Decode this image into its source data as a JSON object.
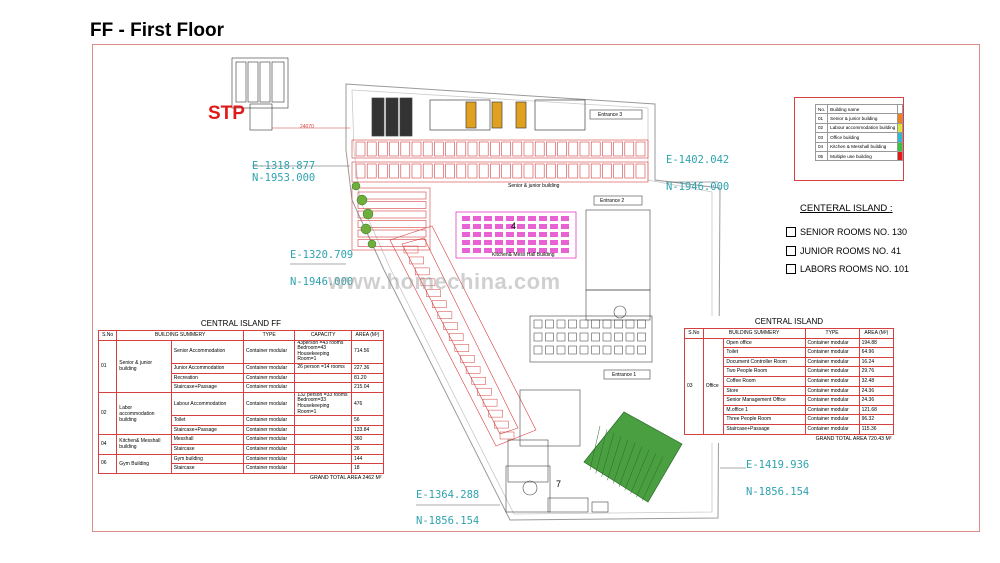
{
  "title": "FF - First Floor",
  "stp_label": "STP",
  "watermark": "www.homechina.com",
  "coords": {
    "c1_e": "E-1318.877",
    "c1_n": "N-1953.000",
    "c2_e": "E-1402.042",
    "c2_n": "N-1946.000",
    "c3_e": "E-1320.709",
    "c3_n": "N-1946.000",
    "c4_e": "E-1364.288",
    "c4_n": "N-1856.154",
    "c5_e": "E-1419.936",
    "c5_n": "N-1856.154"
  },
  "plan_labels": {
    "entrance3": "Entrance 3",
    "entrance2": "Entrance 2",
    "entrance1": "Entrance 1",
    "senior_building": "Senior & junior building",
    "kitchen": "Kitchen& Mess Hall Building",
    "dim": "24070",
    "num4": "4",
    "num7": "7"
  },
  "legend": {
    "header_no": "No.",
    "header_name": "Building name",
    "rows": [
      {
        "no": "01",
        "name": "Senior & junior building",
        "color": "#f08020"
      },
      {
        "no": "02",
        "name": "Labour accommodation building",
        "color": "#d6e63a"
      },
      {
        "no": "03",
        "name": "Office building",
        "color": "#2fb8d8"
      },
      {
        "no": "04",
        "name": "Kitchen & Messhall building",
        "color": "#36c43c"
      },
      {
        "no": "05",
        "name": "Multiple use building",
        "color": "#e01a1a"
      }
    ]
  },
  "central_island": {
    "heading": "CENTERAL ISLAND :",
    "items": [
      "SENIOR ROOMS NO. 130",
      "JUNIOR ROOMS NO. 41",
      "LABORS ROOMS NO. 101"
    ]
  },
  "ff_table": {
    "caption": "CENTRAL ISLAND FF",
    "headers": [
      "S.No",
      "BUILDING SUMMERY",
      "TYPE",
      "CAPACITY",
      "AREA (M²)"
    ],
    "groups": [
      {
        "no": "01",
        "name": "Senior & junior building",
        "rows": [
          {
            "sub": "Senior Accommodation",
            "type": "Container modular",
            "cap": "43person =43 rooms Bedroom=43 Housekeeping Room=1",
            "area": "714.56"
          },
          {
            "sub": "Junior Accommodation",
            "type": "Container modular",
            "cap": "26 person =14 rooms",
            "area": "227.36"
          },
          {
            "sub": "Recreation",
            "type": "Container modular",
            "cap": "",
            "area": "81.20"
          },
          {
            "sub": "Staircase+Passage",
            "type": "Container modular",
            "cap": "",
            "area": "215.04"
          }
        ]
      },
      {
        "no": "02",
        "name": "Labor accommodation building",
        "rows": [
          {
            "sub": "Labour Accommodation",
            "type": "Container modular",
            "cap": "132 person =33 rooms Bedroom=33 Housekeeping Room=1",
            "area": "476"
          },
          {
            "sub": "Toilet",
            "type": "Container modular",
            "cap": "",
            "area": "56"
          },
          {
            "sub": "Staircase+Passage",
            "type": "Container modular",
            "cap": "",
            "area": "133.84"
          }
        ]
      },
      {
        "no": "04",
        "name": "Kitchen& Messhall building",
        "rows": [
          {
            "sub": "Messhall",
            "type": "Container modular",
            "cap": "",
            "area": "360"
          },
          {
            "sub": "Staircase",
            "type": "Container modular",
            "cap": "",
            "area": "26"
          }
        ]
      },
      {
        "no": "06",
        "name": "Gym Building",
        "rows": [
          {
            "sub": "Gym building",
            "type": "Container modular",
            "cap": "",
            "area": "144"
          },
          {
            "sub": "Staircase",
            "type": "Container modular",
            "cap": "",
            "area": "18"
          }
        ]
      }
    ],
    "total": "GRAND TOTAL AREA 2462 M²"
  },
  "office_table": {
    "caption": "CENTRAL ISLAND",
    "headers": [
      "S.No",
      "BUILDING SUMMERY",
      "TYPE",
      "AREA (M²)"
    ],
    "group_no": "03",
    "group_name": "Office",
    "rows": [
      {
        "sub": "Open office",
        "type": "Container modular",
        "area": "194.88"
      },
      {
        "sub": "Toilet",
        "type": "Container modular",
        "area": "64.96"
      },
      {
        "sub": "Document Controller Room",
        "type": "Container modular",
        "area": "16.24"
      },
      {
        "sub": "Two People Room",
        "type": "Container modular",
        "area": "29.76"
      },
      {
        "sub": "Coffee Room",
        "type": "Container modular",
        "area": "32.48"
      },
      {
        "sub": "Store",
        "type": "Container modular",
        "area": "24.36"
      },
      {
        "sub": "Senior Management Office",
        "type": "Container modular",
        "area": "24.36"
      },
      {
        "sub": "M.office 1",
        "type": "Container modular",
        "area": "121.68"
      },
      {
        "sub": "Three People Room",
        "type": "Container modular",
        "area": "96.32"
      },
      {
        "sub": "Staircase+Passage",
        "type": "Container modular",
        "area": "115.36"
      }
    ],
    "total": "GRAND TOTAL AREA 720.43 M²"
  }
}
